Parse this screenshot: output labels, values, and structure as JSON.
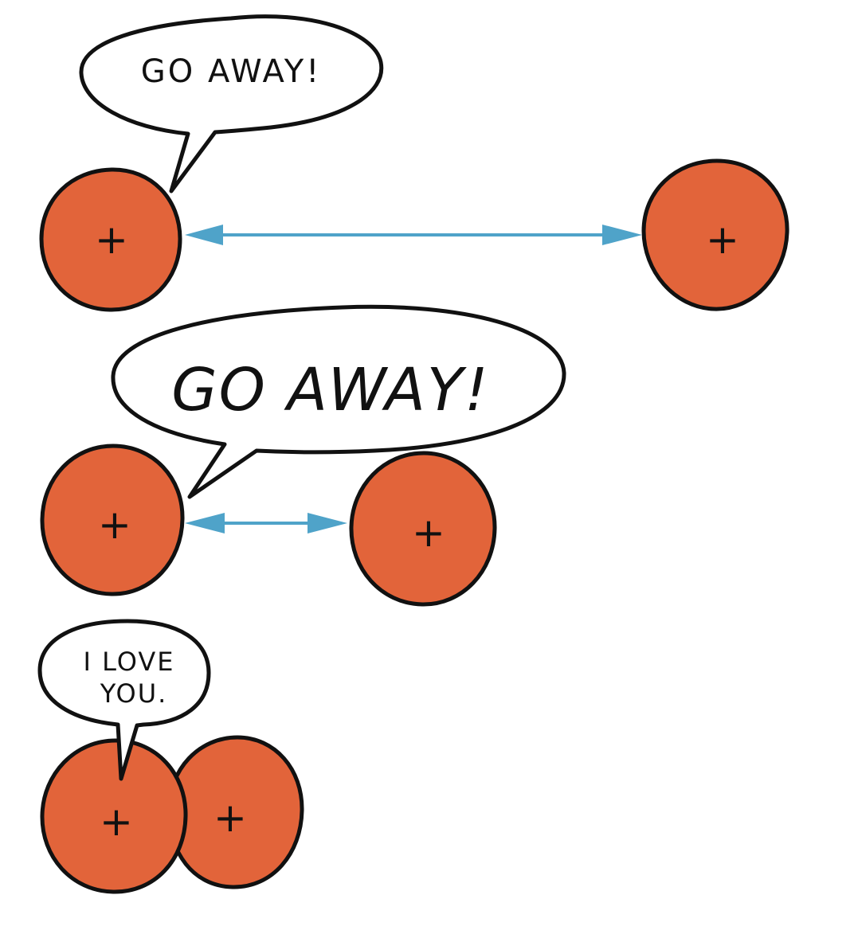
{
  "colors": {
    "proton_fill": "#e2643a",
    "outline": "#111111",
    "arrow": "#4fa3c9",
    "bubble_fill": "#ffffff"
  },
  "panels": [
    {
      "speech": "GO AWAY!",
      "protons": [
        "+",
        "+"
      ],
      "arrow": "repulsion"
    },
    {
      "speech": "GO AWAY!",
      "protons": [
        "+",
        "+"
      ],
      "arrow": "repulsion"
    },
    {
      "speech_lines": [
        "I LOVE",
        "YOU."
      ],
      "protons": [
        "+",
        "+"
      ]
    }
  ]
}
